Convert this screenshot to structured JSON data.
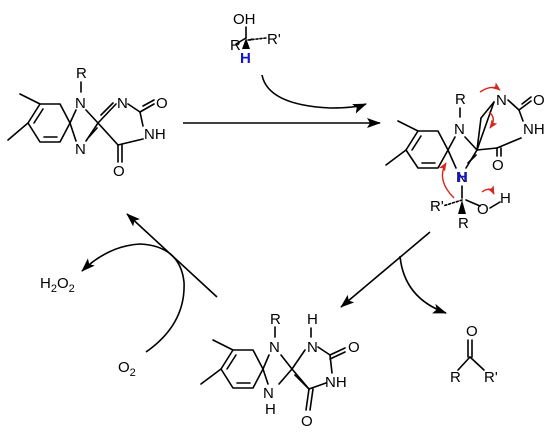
{
  "labels": {
    "R": "R",
    "R_prime": "R'",
    "OH": "OH",
    "O": "O",
    "H": "H",
    "N": "N",
    "NH": "NH",
    "H2O2_H": "H",
    "H2O2_2": "2",
    "H2O2_O": "O",
    "O2_O": "O",
    "O2_2": "2"
  },
  "colors": {
    "bond": "#000000",
    "hydride": "#1515cc",
    "electron_arrow": "#d6261e"
  }
}
